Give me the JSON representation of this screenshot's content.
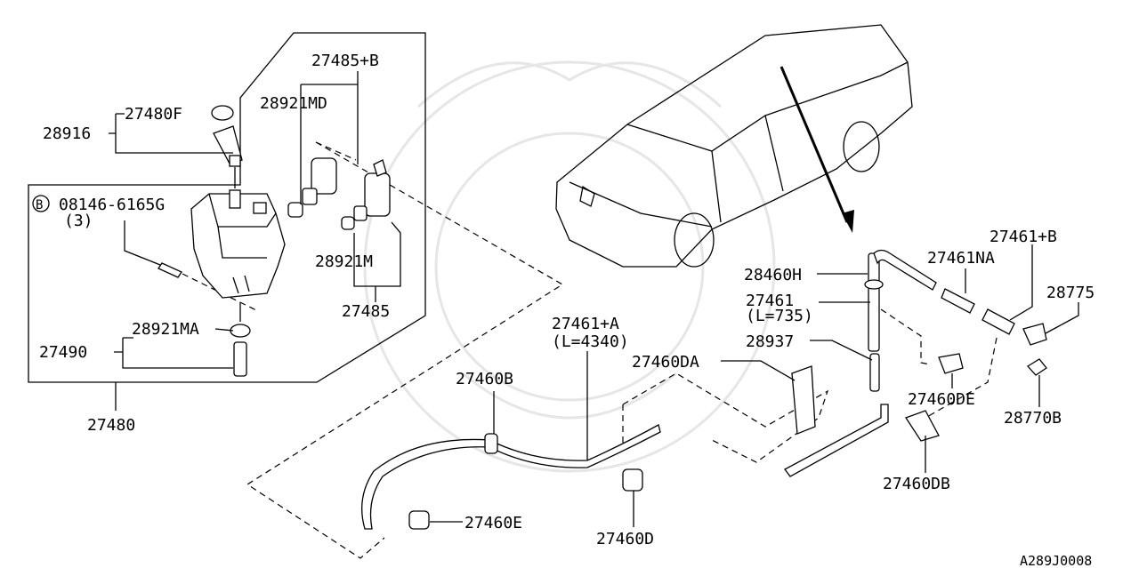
{
  "diagram": {
    "labels": {
      "p27485B": "27485+B",
      "p28921MD": "28921MD",
      "p27480F": "27480F",
      "p28916": "28916",
      "bolt_marker": "B",
      "bolt": "08146-6165G",
      "bolt_qty": "(3)",
      "p28921M": "28921M",
      "p27485": "27485",
      "p28921MA": "28921MA",
      "p27490": "27490",
      "p27480": "27480",
      "p27460B": "27460B",
      "p27461A": "27461+A",
      "p27461A_len": "(L=4340)",
      "p27460E": "27460E",
      "p27460D": "27460D",
      "p27460DA": "27460DA",
      "p28460H": "28460H",
      "p27461": "27461",
      "p27461_len": "(L=735)",
      "p28937": "28937",
      "p27461NA": "27461NA",
      "p27461B": "27461+B",
      "p28775": "28775",
      "p27460DE": "27460DE",
      "p28770B": "28770B",
      "p27460DB": "27460DB",
      "code": "A289J0008"
    }
  }
}
